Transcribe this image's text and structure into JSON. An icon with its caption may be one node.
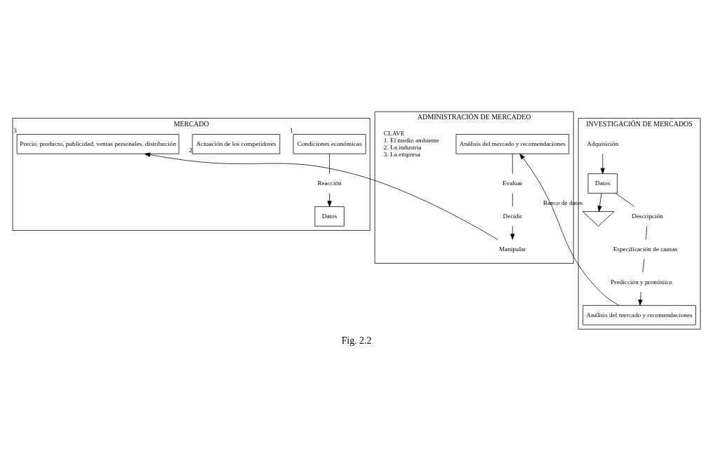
{
  "diagram": {
    "caption": "Fig. 2.2",
    "nodes": [
      {
        "text": [
          "MERCADO"
        ]
      },
      {
        "text": [
          "Datos"
        ],
        "in": 0
      },
      {
        "text": [
          "Reacción"
        ],
        "in": 0
      },
      {
        "text": [
          "Condiciones económicas"
        ],
        "in": 0,
        "beside": [
          "1"
        ]
      },
      {
        "text": [
          "Actuación de los competidores"
        ],
        "in": 0,
        "beside": [
          "2"
        ]
      },
      {
        "text": [
          "Precio, producto, publicidad, ventas personales, distribución"
        ],
        "in": 0,
        "beside": [
          "3"
        ]
      },
      {
        "text": [
          "INVESTIGACIÓN DE MERCADOS"
        ]
      },
      {
        "text": [
          "Adquisición"
        ],
        "in": 6
      },
      {
        "text": [
          "Datos"
        ],
        "in": 6
      },
      {
        "text": [],
        "shape": "triangle",
        "in": 6,
        "beside": [
          "Banco de datos"
        ]
      },
      {
        "text": [
          "Descripción"
        ],
        "in": 6
      },
      {
        "text": [
          "Especificación de causas"
        ],
        "in": 6
      },
      {
        "text": [
          "Predicción y pronóstico"
        ],
        "in": 6
      },
      {
        "text": [
          "Análisis del mercado y recomendaciones"
        ],
        "in": 6
      },
      {
        "text": [
          "ADMINISTRACIÓN DE MERCADEO"
        ]
      },
      {
        "text": [
          "Análisis del mercado y recomendaciones"
        ],
        "in": 14
      },
      {
        "text": [
          "Evaluar"
        ],
        "in": 14
      },
      {
        "text": [
          "Decidir"
        ],
        "in": 14
      },
      {
        "text": [
          "Manipular"
        ],
        "in": 14
      }
    ],
    "edges": [
      {
        "from": 3,
        "to": 2,
        "arrow": "none"
      },
      {
        "from": 2,
        "to": 1,
        "arrow": "to"
      },
      {
        "from": 7,
        "to": 8,
        "arrow": "to"
      },
      {
        "from": 8,
        "to": 9,
        "arrow": "to"
      },
      {
        "from": 8,
        "to": 10,
        "arrow": "none"
      },
      {
        "from": 10,
        "to": 11,
        "arrow": "none"
      },
      {
        "from": 11,
        "to": 12,
        "arrow": "none"
      },
      {
        "from": 12,
        "to": 13,
        "arrow": "to"
      },
      {
        "from": 13,
        "to": 15,
        "arrow": "to"
      },
      {
        "from": 15,
        "to": 16,
        "arrow": "none"
      },
      {
        "from": 16,
        "to": 17,
        "arrow": "none"
      },
      {
        "from": 17,
        "to": 18,
        "arrow": "to"
      },
      {
        "from": 18,
        "to": 5,
        "arrow": "to"
      }
    ],
    "labels": [
      "CLAVE",
      "1. El medio ambiente",
      "2. La industria",
      "3. La empresa"
    ]
  }
}
